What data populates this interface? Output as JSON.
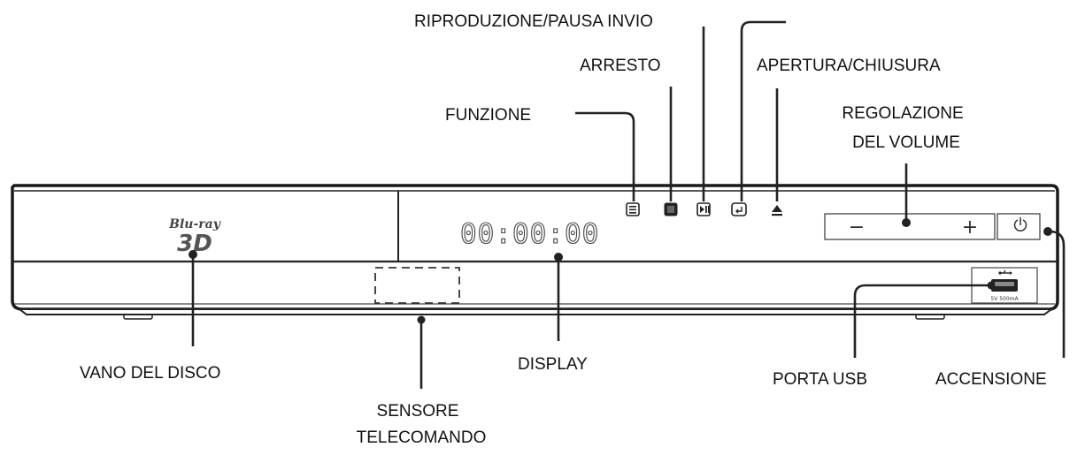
{
  "labels": {
    "riproduzione": "RIPRODUZIONE/PAUSA INVIO",
    "arresto": "ARRESTO",
    "apertura": "APERTURA/CHIUSURA",
    "funzione": "FUNZIONE",
    "volume_line1": "REGOLAZIONE",
    "volume_line2": "DEL VOLUME",
    "vano": "VANO DEL DISCO",
    "display": "DISPLAY",
    "sensore_line1": "SENSORE",
    "sensore_line2": "TELECOMANDO",
    "usb": "PORTA USB",
    "accensione": "ACCENSIONE"
  },
  "device": {
    "display_text": "00:00:00",
    "logo_brand": "Blu-ray",
    "logo_3d": "3D",
    "volume_minus": "−",
    "volume_plus": "+",
    "usb_rating": "5V 500mA"
  },
  "icons": {
    "funzione": "function-icon",
    "arresto": "stop-icon",
    "riproduzione": "play-pause-icon",
    "invio": "enter-icon",
    "apertura": "eject-icon",
    "accensione": "power-icon",
    "usb": "usb-icon"
  }
}
